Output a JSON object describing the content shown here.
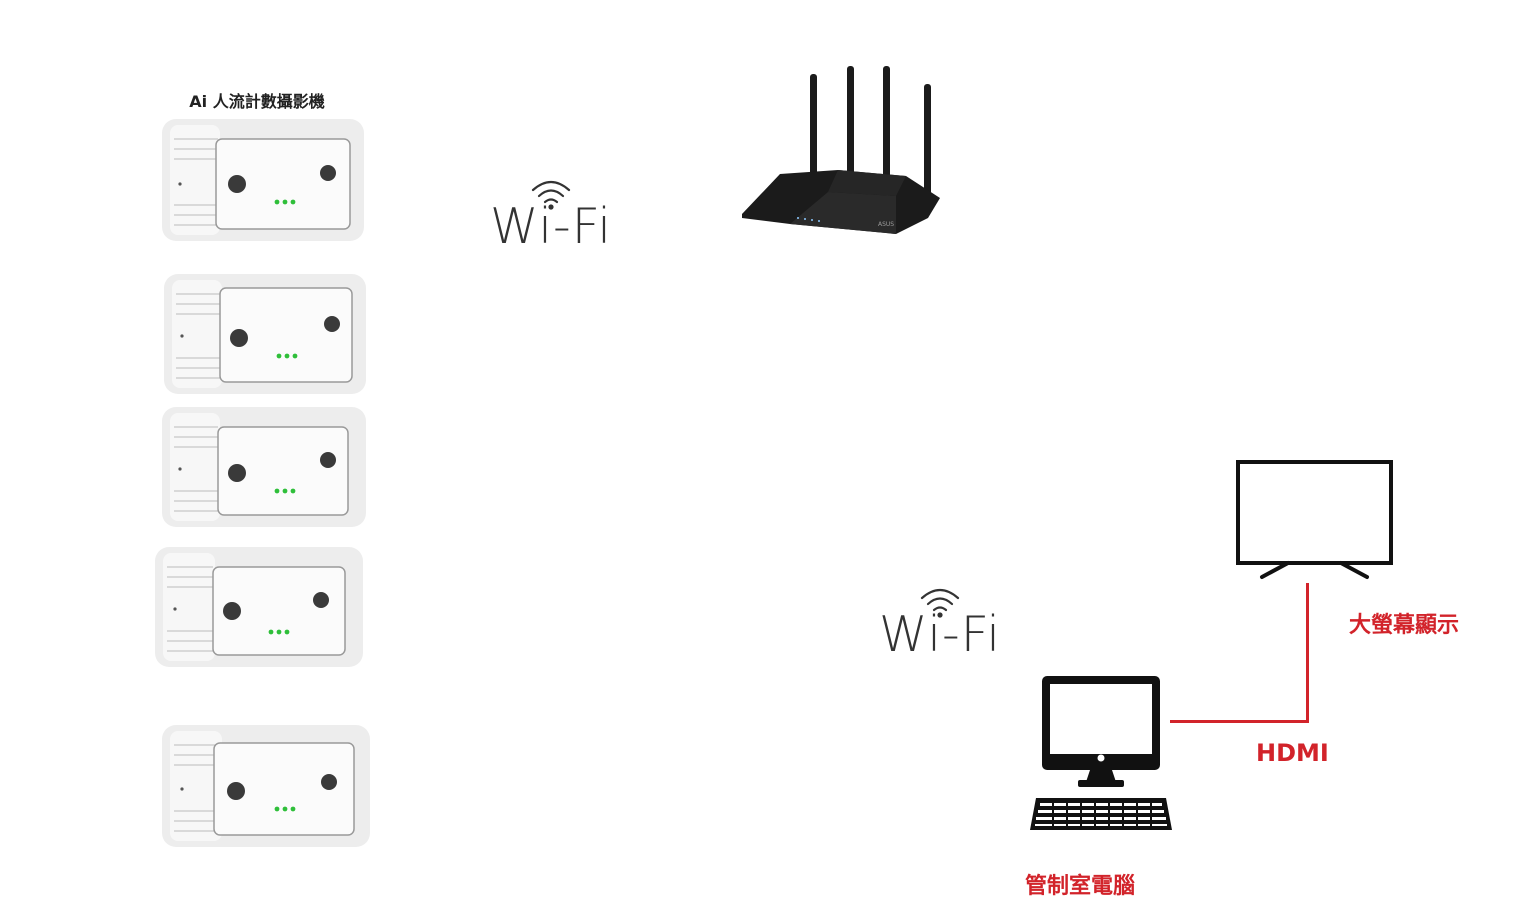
{
  "camera_group": {
    "title": "Ai 人流計數攝影機",
    "cameras": [
      {
        "id": "camera-1"
      },
      {
        "id": "camera-2"
      },
      {
        "id": "camera-3"
      },
      {
        "id": "camera-4"
      },
      {
        "id": "camera-5"
      }
    ]
  },
  "wifi_labels": {
    "upper": "Wi-Fi",
    "lower": "Wi-Fi"
  },
  "router": {
    "icon": "wifi-router-icon",
    "brand_text": "ASUS"
  },
  "display": {
    "label": "大螢幕顯示",
    "icon": "tv-monitor-icon"
  },
  "computer": {
    "label": "管制室電腦",
    "icon": "desktop-computer-icon"
  },
  "connection": {
    "label": "HDMI"
  },
  "colors": {
    "accent_red": "#d2232a",
    "device_white": "#f4f4f4",
    "router_black": "#1b1b1b",
    "led_green": "#2fbf3a"
  }
}
